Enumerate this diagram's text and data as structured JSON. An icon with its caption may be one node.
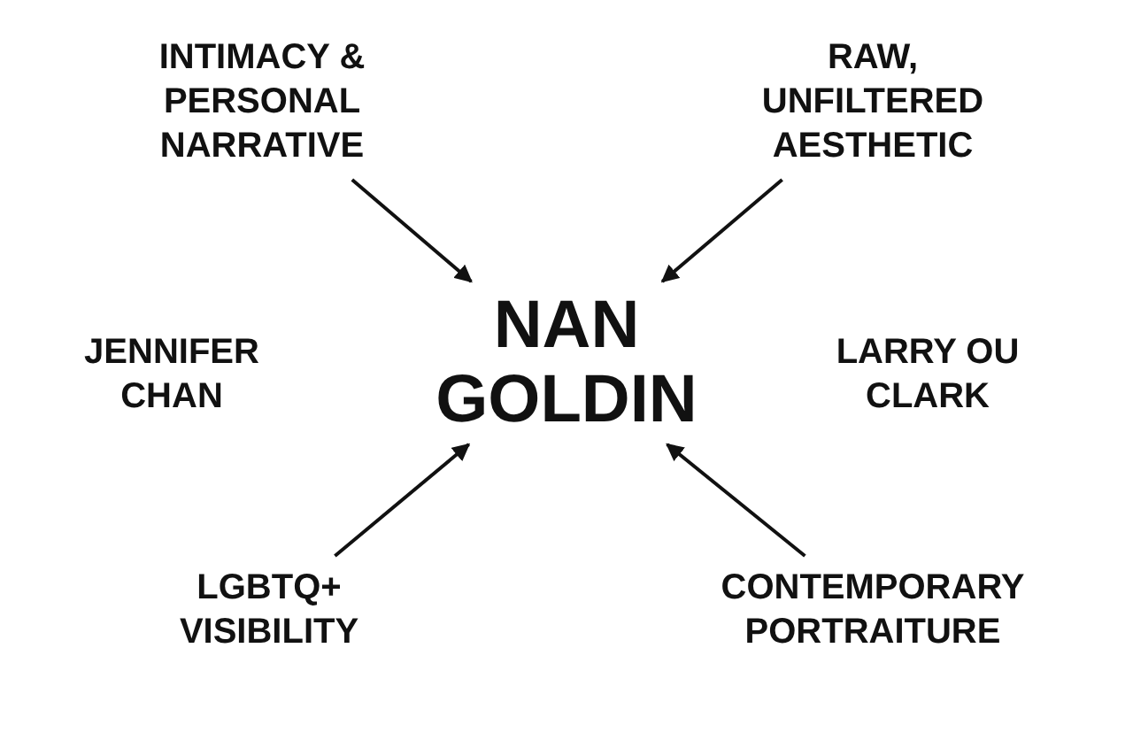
{
  "diagram": {
    "nodes": [
      {
        "text": [
          "INTIMACY & PERSONAL NARRATIVE"
        ]
      },
      {
        "text": [
          "RAW, UNFILTERED AESTHETIC"
        ]
      },
      {
        "text": [
          "JENNIFER CHAN"
        ]
      },
      {
        "text": [
          "NAN GOLDIN"
        ]
      },
      {
        "text": [
          "LARRY OU CLARK"
        ]
      },
      {
        "text": [
          "LGBTQ+ VISIBILITY"
        ]
      },
      {
        "text": [
          "CONTEMPORARY PORTRAITURE"
        ]
      }
    ],
    "edges": [
      {
        "from": 0,
        "to": 3,
        "arrow": "to"
      },
      {
        "from": 1,
        "to": 3,
        "arrow": "to"
      },
      {
        "from": 5,
        "to": 3,
        "arrow": "to"
      },
      {
        "from": 6,
        "to": 3,
        "arrow": "to"
      }
    ]
  }
}
